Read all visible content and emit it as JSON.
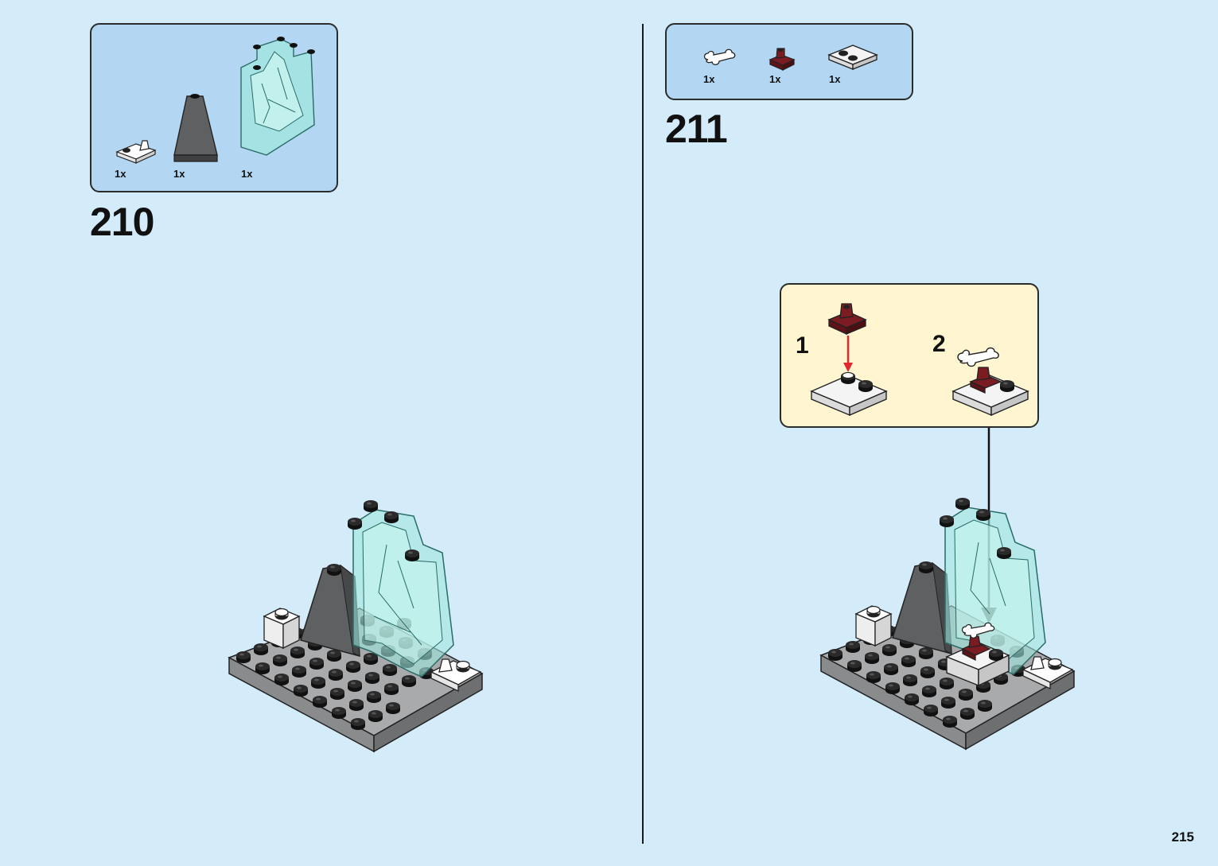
{
  "step_210": {
    "number": "210",
    "parts": [
      {
        "qty": "1x",
        "icon": "white-clip-plate-icon"
      },
      {
        "qty": "1x",
        "icon": "dark-grey-slope-icon"
      },
      {
        "qty": "1x",
        "icon": "trans-light-blue-rock-panel-icon"
      }
    ]
  },
  "step_211": {
    "number": "211",
    "parts": [
      {
        "qty": "1x",
        "icon": "white-bone-icon"
      },
      {
        "qty": "1x",
        "icon": "dark-red-clip-plate-icon"
      },
      {
        "qty": "1x",
        "icon": "white-plate-2x2-icon"
      }
    ],
    "substeps": [
      "1",
      "2"
    ]
  },
  "page_number": "215",
  "colors": {
    "page_background": "#d4ebfa",
    "parts_box": "#b3d7f3",
    "callout_background": "#fff6d1",
    "trans_light_blue": "#9fe6de",
    "dark_grey": "#5f6061",
    "light_grey": "#a9aaac",
    "dark_red": "#7a1c22",
    "arrow_red": "#e0282e"
  }
}
